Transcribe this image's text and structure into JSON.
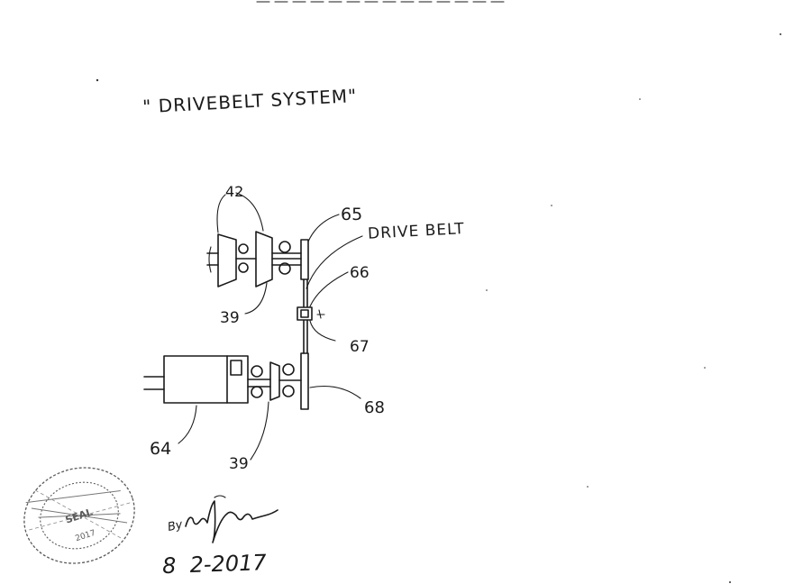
{
  "title": "\" DRIVEBELT SYSTEM\"",
  "drive_belt_label": "DRIVE BELT",
  "reference_numerals": {
    "pulley_assembly": "42",
    "pulley_upper": "39",
    "pulley_lower": "39",
    "upper_sprocket": "65",
    "belt_link": "66",
    "tensioner": "67",
    "lower_sprocket": "68",
    "motor": "64"
  },
  "signature": {
    "by_prefix": "By",
    "date": "8  2-2017"
  },
  "seal": {
    "text": "SEAL",
    "year": "2017"
  },
  "colors": {
    "ink": "#1a1a1a",
    "paper": "#ffffff",
    "seal_ink": "#5a5a5a"
  }
}
